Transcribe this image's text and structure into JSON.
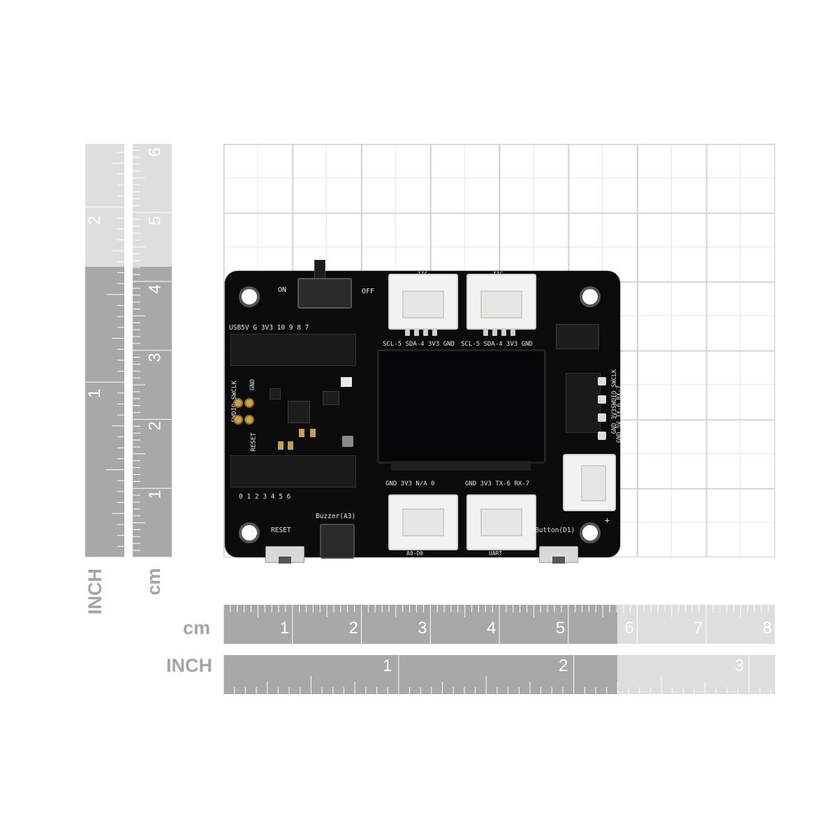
{
  "left_ruler": {
    "inch_label": "INCH",
    "cm_label": "cm",
    "inch_numbers": [
      "1",
      "2"
    ],
    "cm_numbers": [
      "1",
      "2",
      "3",
      "4",
      "5",
      "6"
    ]
  },
  "bottom_ruler": {
    "cm_label": "cm",
    "inch_label": "INCH",
    "cm_numbers": [
      "1",
      "2",
      "3",
      "4",
      "5",
      "6",
      "7",
      "8"
    ],
    "inch_numbers": [
      "1",
      "2",
      "3"
    ]
  },
  "board": {
    "switch_on": "ON",
    "switch_off": "OFF",
    "grove_iic_1": "IIC",
    "grove_iic_2": "IIC",
    "grove_a0_label": "A0-D0",
    "grove_uart_label": "UART",
    "top_header_labels": "USB5V  G  3V3  10  9  8  7",
    "bottom_header_labels": "0  1  2  3  4  5  6",
    "iic1_pins": "SCL-5 SDA-4 3V3 GND",
    "iic2_pins": "SCL-5 SDA-4 3V3 GND",
    "bottom_left_pins": "GND 3V3 N/A 0",
    "bottom_right_pins": "GND 3V3 TX-6 RX-7",
    "swd_labels": "SWDIO SWCLK",
    "gnd_label": "GND",
    "reset_side_label": "RESET",
    "right_vertical_top": "GND 3V3SWDIO SWCLK",
    "right_vertical_mid": "GND 5V  TX-6 RX-7",
    "reset_button_label": "RESET",
    "buzzer_label": "Buzzer(A3)",
    "button_label": "Button(D1)",
    "plus_label": "+"
  }
}
